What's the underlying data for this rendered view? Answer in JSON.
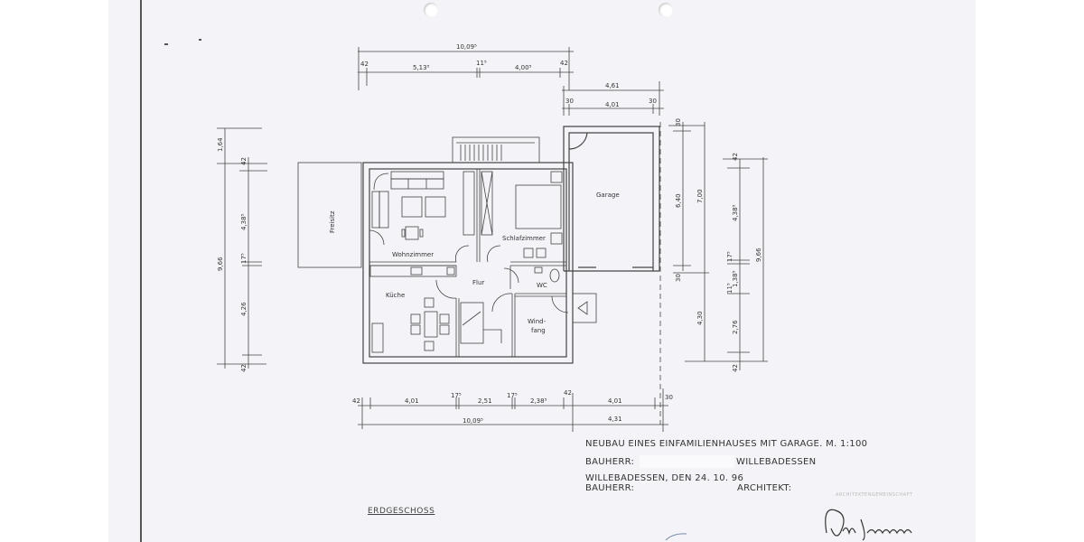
{
  "drawing": {
    "floor_label": "ERDGESCHOSS",
    "rooms": {
      "freisitz": "Freisitz",
      "wohnzimmer": "Wohnzimmer",
      "schlafzimmer": "Schlafzimmer",
      "garage": "Garage",
      "kueche": "Küche",
      "flur": "Flur",
      "wc": "WC",
      "windfang_1": "Wind-",
      "windfang_2": "fang"
    },
    "dimensions": {
      "top": {
        "overall": "10,09⁵",
        "segments": [
          "42",
          "5,13⁵",
          "11⁵",
          "4,00⁵",
          "42"
        ],
        "garage_overall": "4,61",
        "garage_segments": [
          "30",
          "4,01",
          "30"
        ]
      },
      "left": {
        "overall": "9,66",
        "top_extension": "1,64",
        "segments": [
          "42",
          "4,38⁵",
          "17⁵",
          "4,26",
          "42"
        ]
      },
      "right": {
        "garage_outer": [
          "30",
          "6,40",
          "30"
        ],
        "garage_total": "7,00",
        "lower": "4,30",
        "house_overall": "9,66",
        "house_segments": [
          "42",
          "4,38⁵",
          "17⁵",
          "1,38⁵",
          "11⁵",
          "2,76",
          "42"
        ]
      },
      "bottom": {
        "segments": [
          "42",
          "4,01",
          "17⁵",
          "2,51",
          "17⁵",
          "2,38⁵",
          "42",
          "4,01",
          "30"
        ],
        "overall_house": "10,09⁵",
        "overall_garage": "4,31"
      }
    }
  },
  "title_block": {
    "line1": "NEUBAU EINES EINFAMILIENHAUSES MIT GARAGE. M. 1:100",
    "bauherr_label": "BAUHERR:",
    "bauherr_location": "WILLEBADESSEN",
    "date_line": "WILLEBADESSEN, DEN 24. 10. 96",
    "bauherr_sign_label": "BAUHERR:",
    "architekt_label": "ARCHITEKT:",
    "stamp_text": "ARCHITEKTENGEMEINSCHAFT"
  },
  "colors": {
    "paper": "#f4f4f8",
    "ink": "#333333",
    "margin_line": "#555555"
  }
}
